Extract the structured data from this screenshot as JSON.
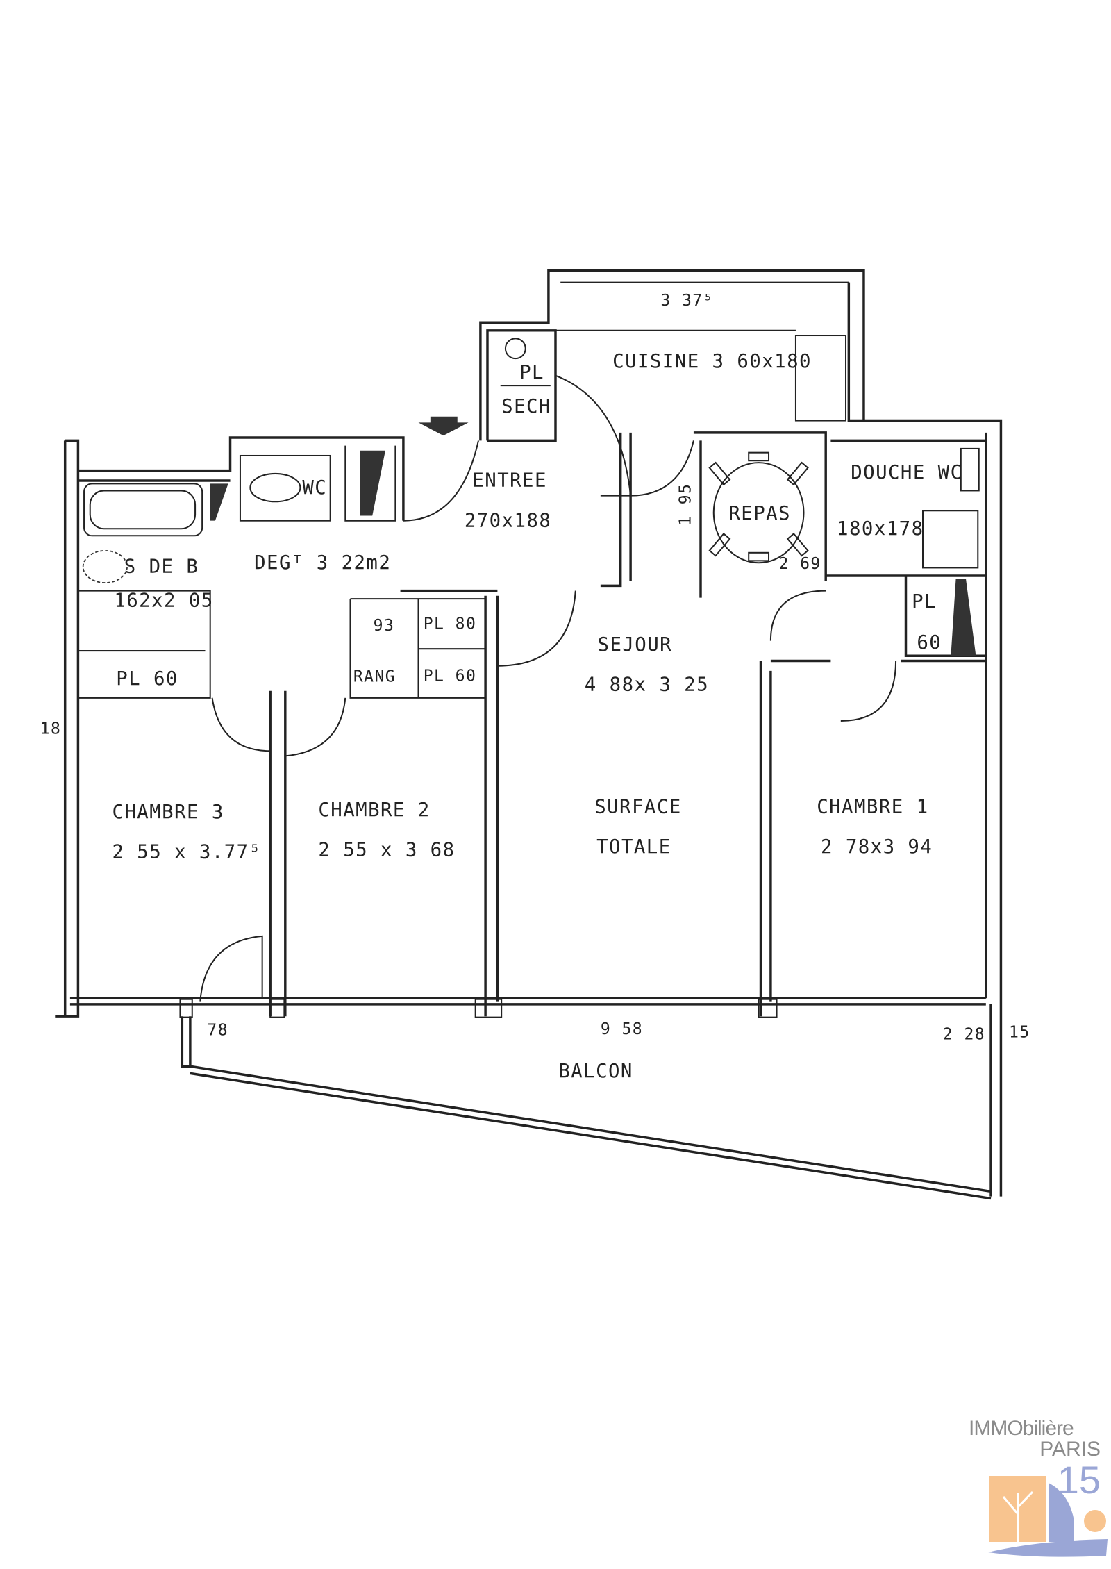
{
  "plan": {
    "kitchen_length": "3 37⁵",
    "kitchen": "CUISINE 3 60x180",
    "closet_pl": "PL",
    "closet_sech": "SECH",
    "entree": "ENTREE",
    "entree_dim": "270x188",
    "wc": "WC",
    "bath": "S DE B",
    "bath_dim": "162x2 05",
    "hall": "DEGᵀ 3 22m2",
    "pl60_left": "PL  60",
    "rang_num": "93",
    "rang": "RANG",
    "pl80": "PL 80",
    "pl60_mid": "PL 60",
    "sejour": "SEJOUR",
    "sejour_dim": "4 88x 3 25",
    "repas": "REPAS",
    "repas_h": "1 95",
    "repas_w": "2 69",
    "douche": "DOUCHE WC",
    "douche_dim": "180x178",
    "pl_right": "PL",
    "pl_right_num": "60",
    "ch3": "CHAMBRE 3",
    "ch3_dim": "2 55 x 3.77⁵",
    "ch2": "CHAMBRE 2",
    "ch2_dim": "2 55 x 3 68",
    "surface": "SURFACE",
    "totale": "TOTALE",
    "ch1": "CHAMBRE 1",
    "ch1_dim": "2 78x3 94",
    "dim_78": "78",
    "dim_958": "9 58",
    "dim_228": "2 28",
    "dim_15": "15",
    "dim_18": "18",
    "balcon": "BALCON"
  },
  "logo": {
    "line1": "IMMObilière",
    "line2": "PARIS",
    "line3": "15",
    "colors": {
      "orange": "#f8c48f",
      "blue": "#9aa6d6",
      "grey": "#8a8a8a"
    }
  }
}
